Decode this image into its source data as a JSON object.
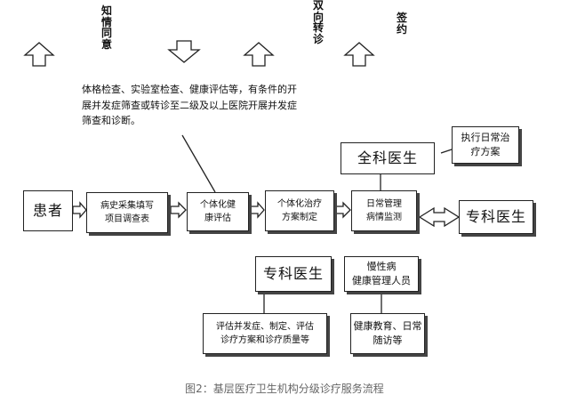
{
  "top_labels": {
    "informed_consent": "知情同意",
    "two_way_referral": "双向转诊",
    "sign_contract": "签约"
  },
  "note_text": "体格检查、实验室检查、健康评估等，有条件的开展并发症筛查或转诊至二级及以上医院开展并发症筛查和诊断。",
  "boxes": {
    "patient": "患者",
    "history_line1": "病史采集填写",
    "history_line2": "项目调查表",
    "assess_line1": "个体化健",
    "assess_line2": "康评估",
    "plan_line1": "个体化治疗",
    "plan_line2": "方案制定",
    "daily_line1": "日常管理",
    "daily_line2": "病情监测",
    "specialist_right": "专科医生",
    "gp": "全科医生",
    "gp_note_line1": "执行日常治",
    "gp_note_line2": "疗方案",
    "specialist_bottom": "专科医生",
    "spec_note_line1": "评估并发症、制定、评估",
    "spec_note_line2": "诊疗方案和诊疗质量等",
    "chronic_line1": "慢性病",
    "chronic_line2": "健康管理人员",
    "chronic_note_line1": "健康教育、日常",
    "chronic_note_line2": "随访等"
  },
  "caption": "图2：基层医疗卫生机构分级诊疗服务流程"
}
